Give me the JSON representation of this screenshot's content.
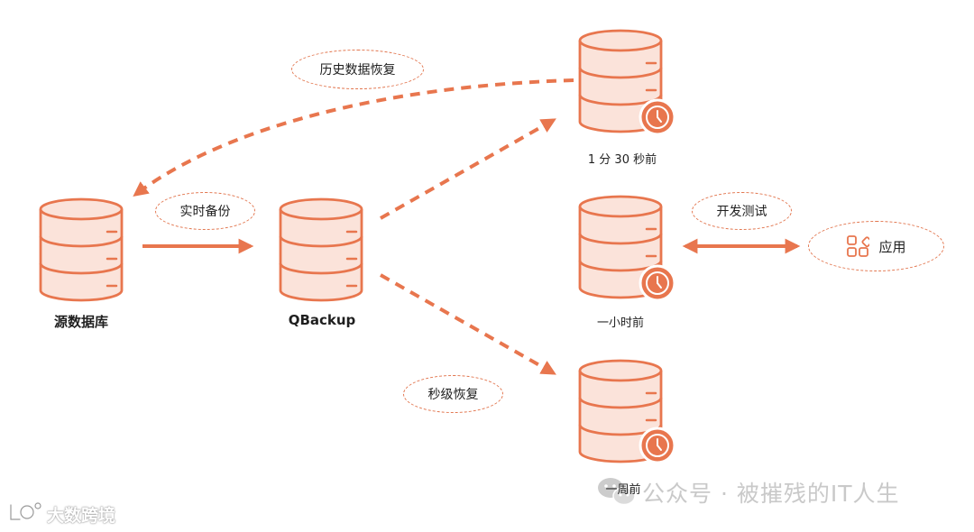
{
  "nodes": {
    "source": "源数据库",
    "qbackup": "QBackup",
    "snap_90s": "1 分 30 秒前",
    "snap_1h": "一小时前",
    "snap_1w": "一周前"
  },
  "edges": {
    "realtime_backup": "实时备份",
    "history_restore": "历史数据恢复",
    "dev_test": "开发测试",
    "second_restore": "秒级恢复"
  },
  "app_label": "应用",
  "watermarks": {
    "right": "公众号 · 被摧残的IT人生",
    "left": "大数跨境"
  },
  "colors": {
    "accent": "#e8764e",
    "fill": "#fbe3da",
    "text": "#1f1f1f"
  },
  "icons": [
    "database-icon",
    "clock-icon",
    "apps-grid-icon",
    "wechat-icon",
    "ai-logo-icon"
  ]
}
